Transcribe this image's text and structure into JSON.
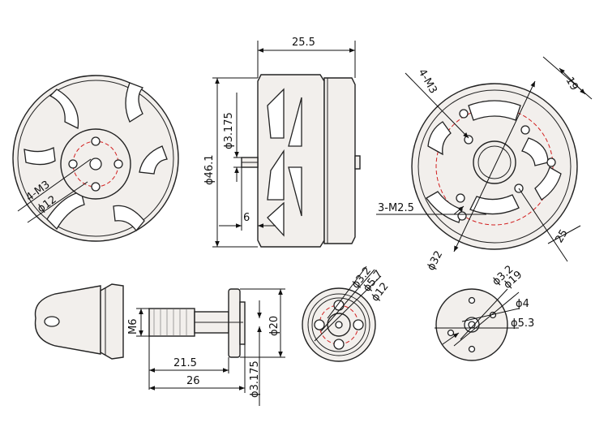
{
  "drawing": {
    "front_rotor": {
      "hole_callout": "4-M3",
      "pcd": "ϕ12"
    },
    "side_view": {
      "length": "25.5",
      "diameter": "ϕ46.1",
      "shaft_diameter": "ϕ3.175",
      "shaft_length": "6"
    },
    "base": {
      "hole_callout_m3": "4-M3",
      "hole_callout_m25": "3-M2.5",
      "dim_19": "19",
      "dim_25": "25",
      "pcd": "ϕ32"
    },
    "prop_adapter": {
      "thread": "M6",
      "length_a": "21.5",
      "length_b": "26",
      "diameter": "ϕ20",
      "bore": "ϕ3.175"
    },
    "adapter_face": {
      "hole": "ϕ3.2",
      "hole_spacing": "ϕ5.7",
      "pcd": "ϕ12"
    },
    "base_detail": {
      "hole": "ϕ3.2",
      "pcd": "ϕ19",
      "inner": "ϕ4",
      "outer": "ϕ5.3"
    }
  }
}
